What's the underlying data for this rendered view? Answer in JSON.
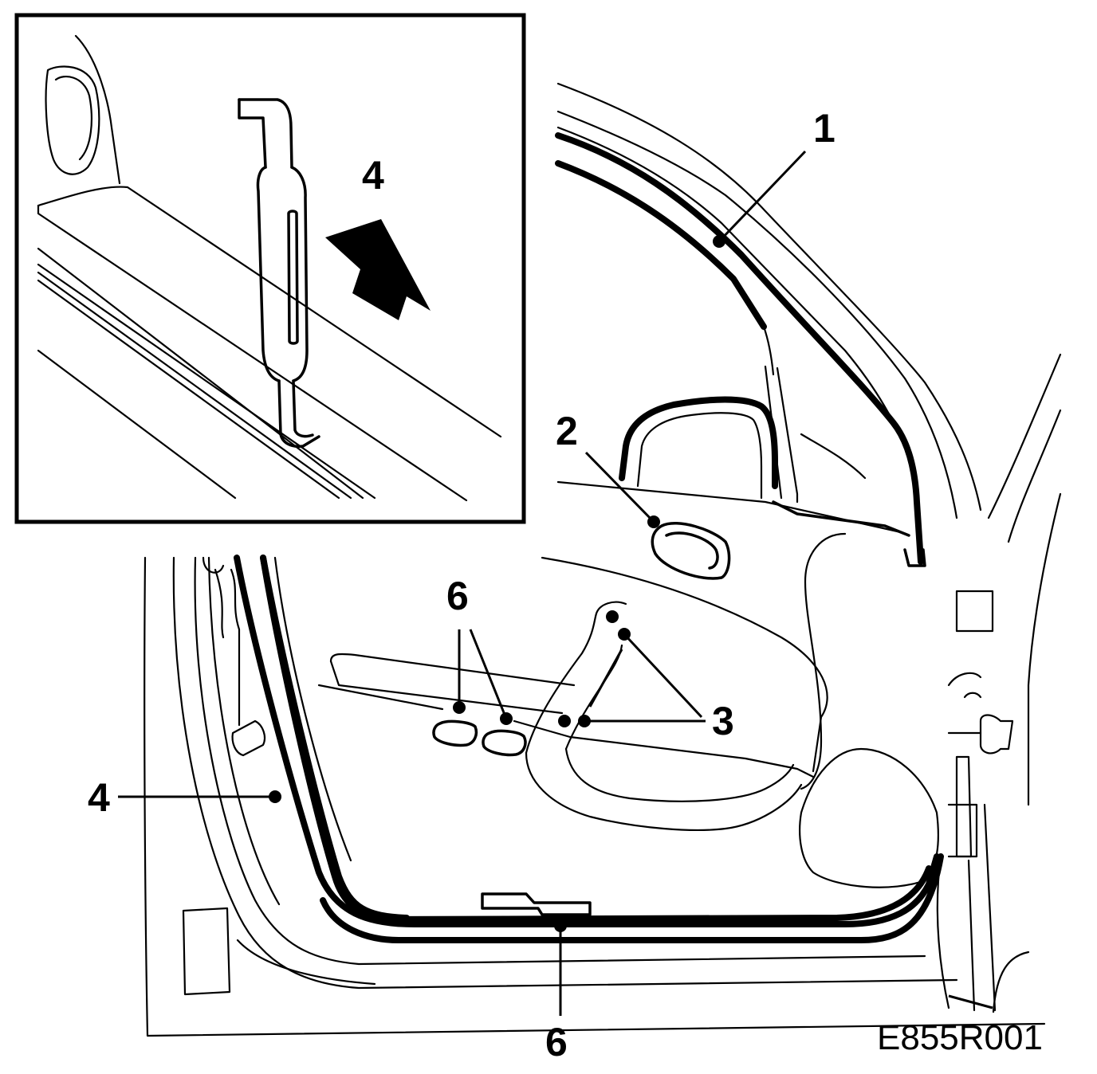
{
  "callouts": {
    "c1": "1",
    "c2": "2",
    "c3": "3",
    "c4_inset": "4",
    "c4_main": "4",
    "c6_top": "6",
    "c6_bottom": "6"
  },
  "figure_code": "E855R001",
  "colors": {
    "ink": "#000000",
    "background": "#ffffff"
  }
}
